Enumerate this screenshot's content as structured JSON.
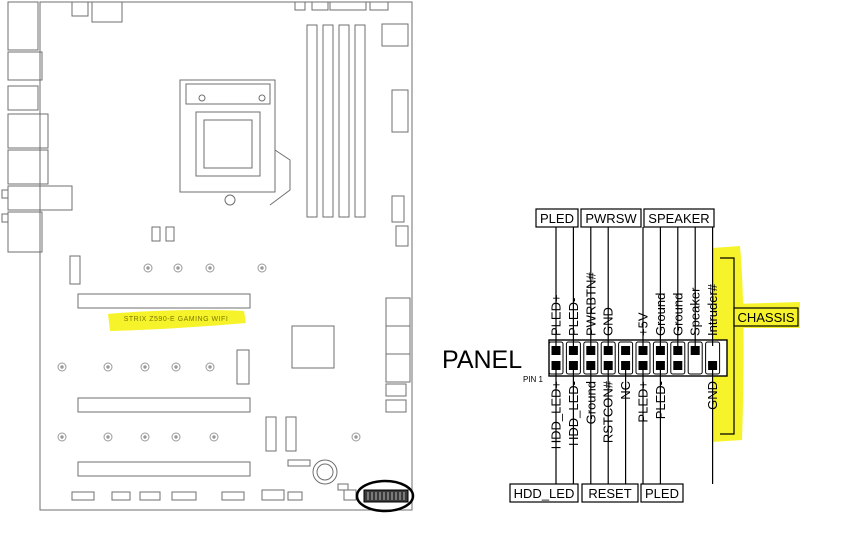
{
  "board": {
    "model_label": "STRIX Z590-E GAMING WIFI"
  },
  "header": {
    "title": "PANEL",
    "pin1_label": "PIN 1",
    "top_groups": [
      "PLED",
      "PWRSW",
      "SPEAKER"
    ],
    "bottom_groups": [
      "HDD_LED",
      "RESET",
      "PLED"
    ],
    "chassis_label": "CHASSIS"
  },
  "top_pins": [
    "PLED+",
    "PLED-",
    "PWRBTN#",
    "GND",
    "+5V",
    "Ground",
    "Ground",
    "Speaker",
    "Intruder#"
  ],
  "bottom_pins": [
    "HDD_LED+",
    "HDD_LED-",
    "Ground",
    "RSTCON#",
    "NC",
    "PLED+",
    "PLED-",
    "GND"
  ],
  "colors": {
    "highlight": "#f7f32a",
    "line": "#000000",
    "board_line": "#6f6f6f",
    "board_light": "#b4b4b4"
  }
}
